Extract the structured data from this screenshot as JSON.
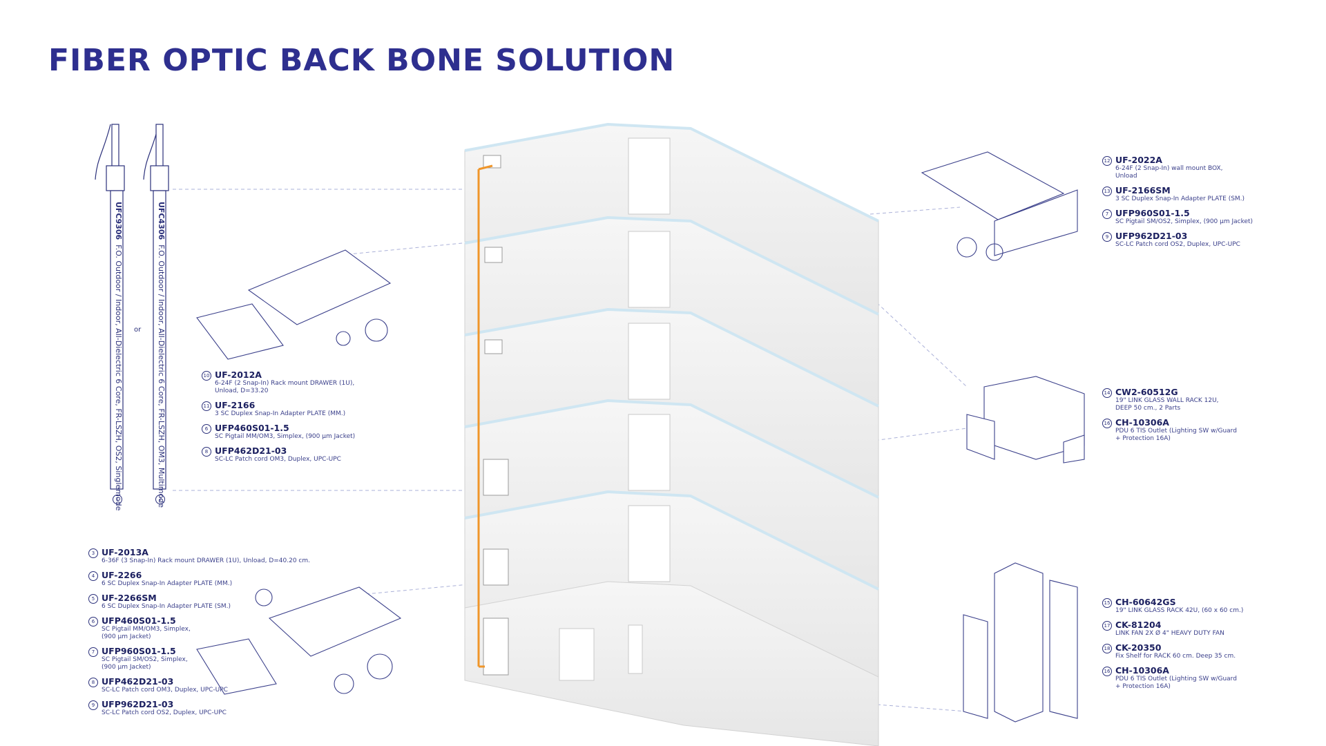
{
  "title": "FIBER OPTIC BACK BONE SOLUTION",
  "cables": [
    {
      "code": "UFC9306",
      "desc": "F.O. Outdoor / Indoor, All-Dielectric 6 Core, FR-LSZH, OS2, Singlemode",
      "num": "1"
    },
    {
      "code": "UFC4306",
      "desc": "F.O. Outdoor / Indoor, All-Dielectric 6 Core, FR-LSZH, OM3, Multimode",
      "num": "2"
    }
  ],
  "or_label": "or",
  "groups": {
    "mid_left": [
      {
        "num": "10",
        "code": "UF-2012A",
        "desc": [
          "6-24F (2 Snap-In) Rack mount DRAWER (1U),",
          "Unload, D=33.20"
        ]
      },
      {
        "num": "11",
        "code": "UF-2166",
        "desc": [
          "3 SC Duplex Snap-In Adapter PLATE (MM.)"
        ]
      },
      {
        "num": "6",
        "code": "UFP460S01-1.5",
        "desc": [
          "SC Pigtail MM/OM3, Simplex, (900 µm Jacket)"
        ]
      },
      {
        "num": "8",
        "code": "UFP462D21-03",
        "desc": [
          "SC-LC Patch cord OM3, Duplex, UPC-UPC"
        ]
      }
    ],
    "bottom_left": [
      {
        "num": "3",
        "code": "UF-2013A",
        "desc": [
          "6-36F (3 Snap-In) Rack mount DRAWER (1U), Unload, D=40.20 cm."
        ]
      },
      {
        "num": "4",
        "code": "UF-2266",
        "desc": [
          "6 SC Duplex Snap-In Adapter PLATE (MM.)"
        ]
      },
      {
        "num": "5",
        "code": "UF-2266SM",
        "desc": [
          "6 SC Duplex Snap-In Adapter PLATE (SM.)"
        ]
      },
      {
        "num": "6",
        "code": "UFP460S01-1.5",
        "desc": [
          "SC Pigtail MM/OM3, Simplex,",
          "(900 µm Jacket)"
        ]
      },
      {
        "num": "7",
        "code": "UFP960S01-1.5",
        "desc": [
          "SC Pigtail SM/OS2, Simplex,",
          "(900 µm Jacket)"
        ]
      },
      {
        "num": "8",
        "code": "UFP462D21-03",
        "desc": [
          "SC-LC Patch cord OM3, Duplex, UPC-UPC"
        ]
      },
      {
        "num": "9",
        "code": "UFP962D21-03",
        "desc": [
          "SC-LC Patch cord OS2, Duplex, UPC-UPC"
        ]
      }
    ],
    "top_right": [
      {
        "num": "12",
        "code": "UF-2022A",
        "desc": [
          "6-24F (2 Snap-In) wall mount BOX,",
          "Unload"
        ]
      },
      {
        "num": "13",
        "code": "UF-2166SM",
        "desc": [
          "3 SC Duplex Snap-In Adapter PLATE (SM.)"
        ]
      },
      {
        "num": "7",
        "code": "UFP960S01-1.5",
        "desc": [
          "SC Pigtail SM/OS2, Simplex, (900 µm Jacket)"
        ]
      },
      {
        "num": "9",
        "code": "UFP962D21-03",
        "desc": [
          "SC-LC Patch cord OS2, Duplex, UPC-UPC"
        ]
      }
    ],
    "mid_right": [
      {
        "num": "14",
        "code": "CW2-60512G",
        "desc": [
          "19\" LINK GLASS WALL RACK 12U,",
          "DEEP 50 cm., 2 Parts"
        ]
      },
      {
        "num": "16",
        "code": "CH-10306A",
        "desc": [
          "PDU 6 TIS Outlet (Lighting SW w/Guard",
          "+ Protection 16A)"
        ]
      }
    ],
    "bottom_right": [
      {
        "num": "15",
        "code": "CH-60642GS",
        "desc": [
          "19\" LINK GLASS RACK 42U, (60 x 60 cm.)"
        ]
      },
      {
        "num": "17",
        "code": "CK-81204",
        "desc": [
          "LINK FAN 2X Ø 4\" HEAVY DUTY FAN"
        ]
      },
      {
        "num": "18",
        "code": "CK-20350",
        "desc": [
          "Fix Shelf for RACK 60 cm. Deep 35 cm."
        ]
      },
      {
        "num": "16",
        "code": "CH-10306A",
        "desc": [
          "PDU 6 TIS Outlet (Lighting SW w/Guard",
          "+ Protection 16A)"
        ]
      }
    ]
  },
  "colors": {
    "title": "#2e2f8f",
    "line": "#3a3f8a",
    "fiber": "#f0962a",
    "glass": "#cfe6f2",
    "floor": "#ececec"
  }
}
